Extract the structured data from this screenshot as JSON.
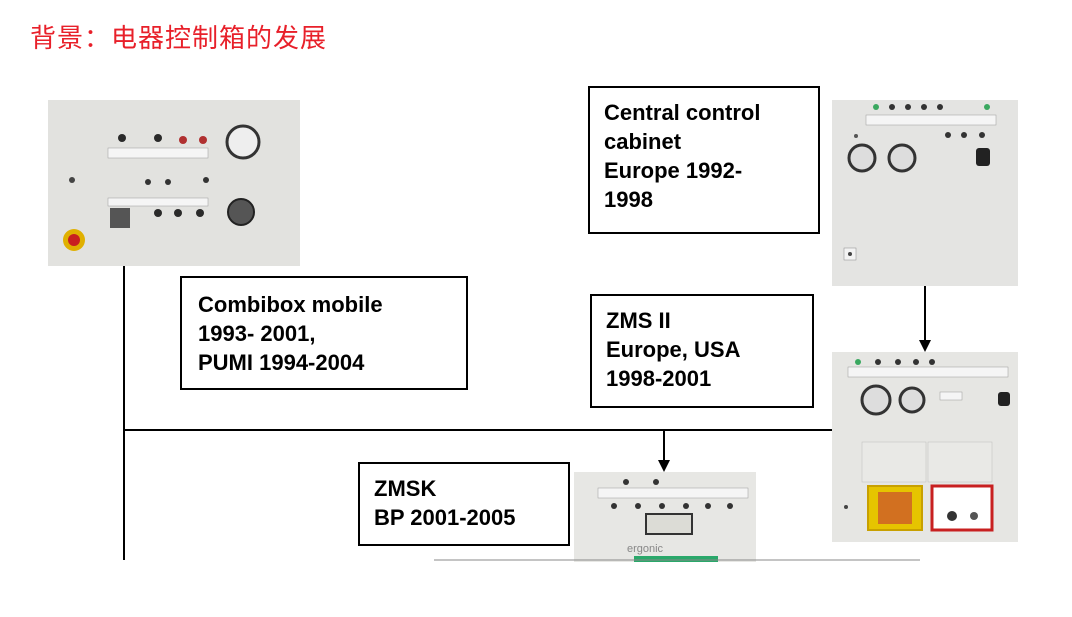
{
  "title": "背景：电器控制箱的发展",
  "labels": {
    "combibox": [
      "Combibox mobile",
      "1993- 2001,",
      "PUMI 1994-2004"
    ],
    "central": [
      "Central control",
      "cabinet",
      "Europe 1992-",
      "1998"
    ],
    "zms2": [
      "ZMS II",
      "Europe, USA",
      "1998-2001"
    ],
    "zmsk": [
      "ZMSK",
      "BP 2001-2005"
    ]
  },
  "photos": {
    "zmsk_brand": "ergonic"
  },
  "colors": {
    "title": "#e8202a",
    "panel": "#e4e4e2"
  }
}
